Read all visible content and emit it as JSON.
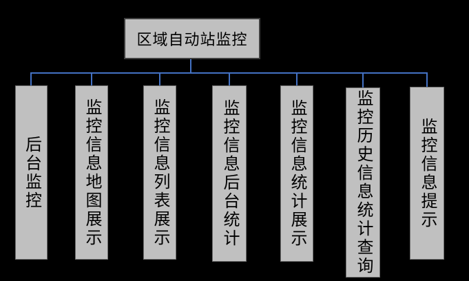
{
  "chart": {
    "type": "org-tree",
    "root": {
      "label": "区域自动站监控"
    },
    "children": [
      {
        "label": "后台监控"
      },
      {
        "label": "监控信息地图展示"
      },
      {
        "label": "监控信息列表展示"
      },
      {
        "label": "监控信息后台统计"
      },
      {
        "label": "监控信息统计展示"
      },
      {
        "label": "监控历史信息统计查询"
      },
      {
        "label": "监控信息提示"
      }
    ]
  },
  "colors": {
    "background": "#000000",
    "box_fill": "#c0c0c0",
    "root_border": "#3f3f3f",
    "child_border": "#6e6e6e",
    "connector": "#4472c4",
    "text": "#000000"
  }
}
